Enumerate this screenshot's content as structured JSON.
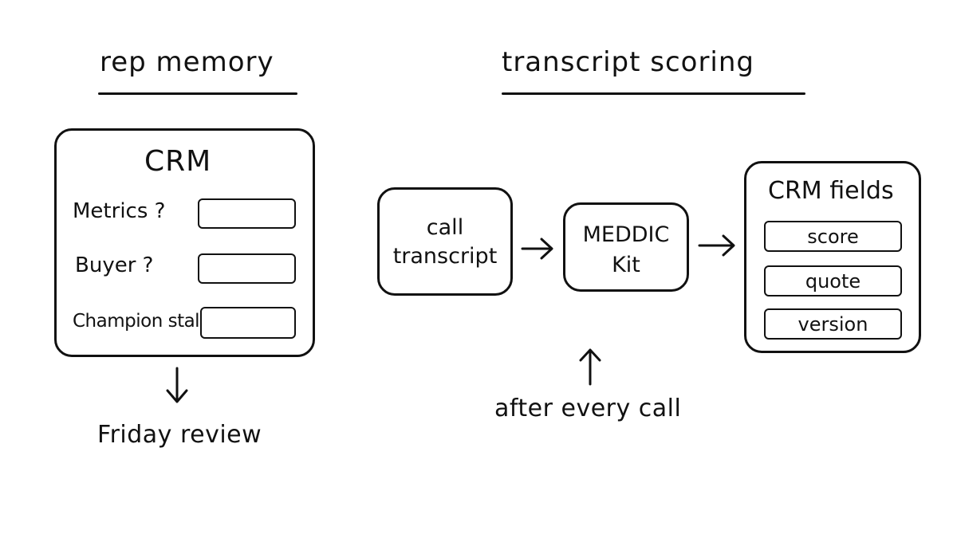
{
  "left": {
    "heading": "rep memory",
    "crm_box": {
      "title": "CRM",
      "fields": [
        {
          "label": "Metrics ?"
        },
        {
          "label": "Buyer ?"
        },
        {
          "label": "Champion stale"
        }
      ]
    },
    "output": "Friday review"
  },
  "right": {
    "heading": "transcript scoring",
    "input_box": {
      "line1": "call",
      "line2": "transcript"
    },
    "kit_box": {
      "line1": "MEDDIC",
      "line2": "Kit"
    },
    "trigger": "after every call",
    "crm_fields_box": {
      "title": "CRM fields",
      "fields": [
        "score",
        "quote",
        "version"
      ]
    }
  }
}
